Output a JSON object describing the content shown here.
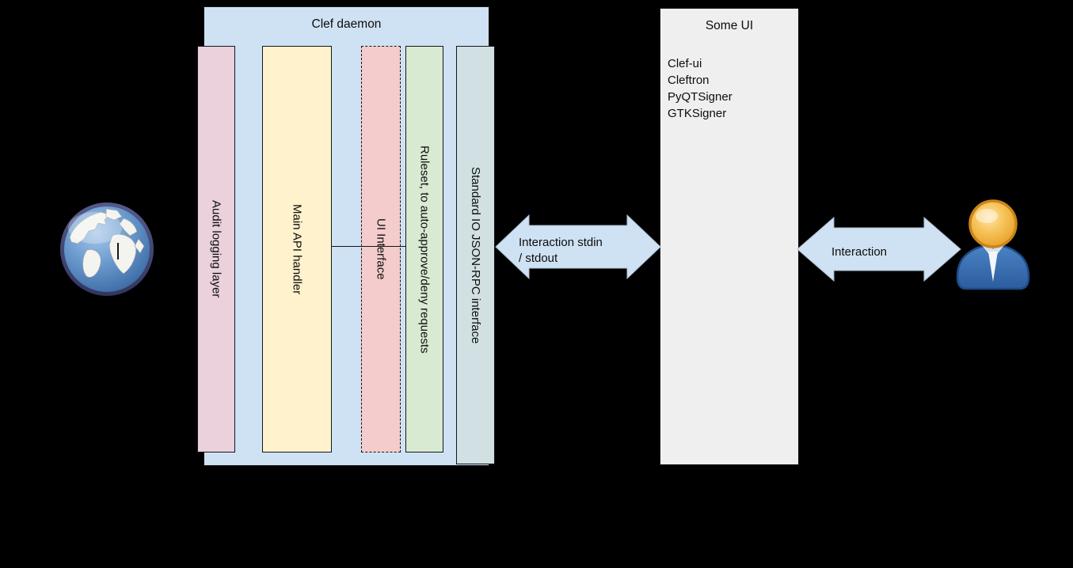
{
  "canvas": {
    "background": "#000000"
  },
  "clef_daemon": {
    "title": "Clef daemon",
    "fill": "#cfe2f3",
    "bars": [
      {
        "label": "Audit logging layer",
        "fill": "#ead1dc",
        "border_style": "solid"
      },
      {
        "label": "Main API handler",
        "fill": "#fff2cc",
        "border_style": "solid"
      },
      {
        "label": "UI Interface",
        "fill": "#f4cccc",
        "border_style": "dashed"
      },
      {
        "label": "Ruleset, to auto-approve/deny requests",
        "fill": "#d9ead3",
        "border_style": "solid"
      },
      {
        "label": "Standard IO JSON-RPC interface",
        "fill": "#d0e0e3",
        "border_style": "solid"
      }
    ]
  },
  "some_ui": {
    "title": "Some UI",
    "fill": "#efefef",
    "items": [
      "Clef-ui",
      "Cleftron",
      "PyQTSigner",
      "GTKSigner"
    ]
  },
  "arrows": {
    "stdio_arrow": {
      "line1": "Interaction stdin",
      "line2": "/ stdout",
      "fill": "#cfe2f3"
    },
    "user_arrow": {
      "label": "Interaction",
      "fill": "#cfe2f3"
    }
  },
  "icons": {
    "left": "globe-icon",
    "right": "user-icon"
  }
}
